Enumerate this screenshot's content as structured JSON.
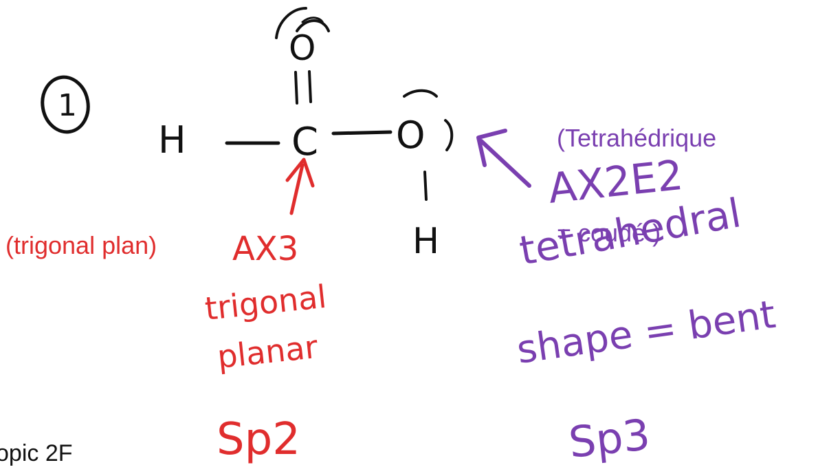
{
  "step_number": "1",
  "molecule": {
    "atoms": {
      "h_left": "H",
      "carbon": "C",
      "oxygen_top": "O",
      "oxygen_right": "O",
      "h_bottom": "H"
    }
  },
  "carbon_annotation": {
    "typed_label": "(trigonal plan)",
    "ax_notation": "AX3",
    "geometry_line1": "trigonal",
    "geometry_line2": "planar",
    "hybridization": "Sp2"
  },
  "oxygen_annotation": {
    "typed_label_line1": "(Tetrahédrique",
    "typed_label_line2": "= coudé )",
    "ax_notation": "AX2E2",
    "geometry": "tetrahedral",
    "shape": "shape = bent",
    "hybridization": "Sp3"
  },
  "footer_text": "opic 2F",
  "colors": {
    "ink": "#111111",
    "red": "#e02d2d",
    "purple": "#7a3fb0"
  }
}
